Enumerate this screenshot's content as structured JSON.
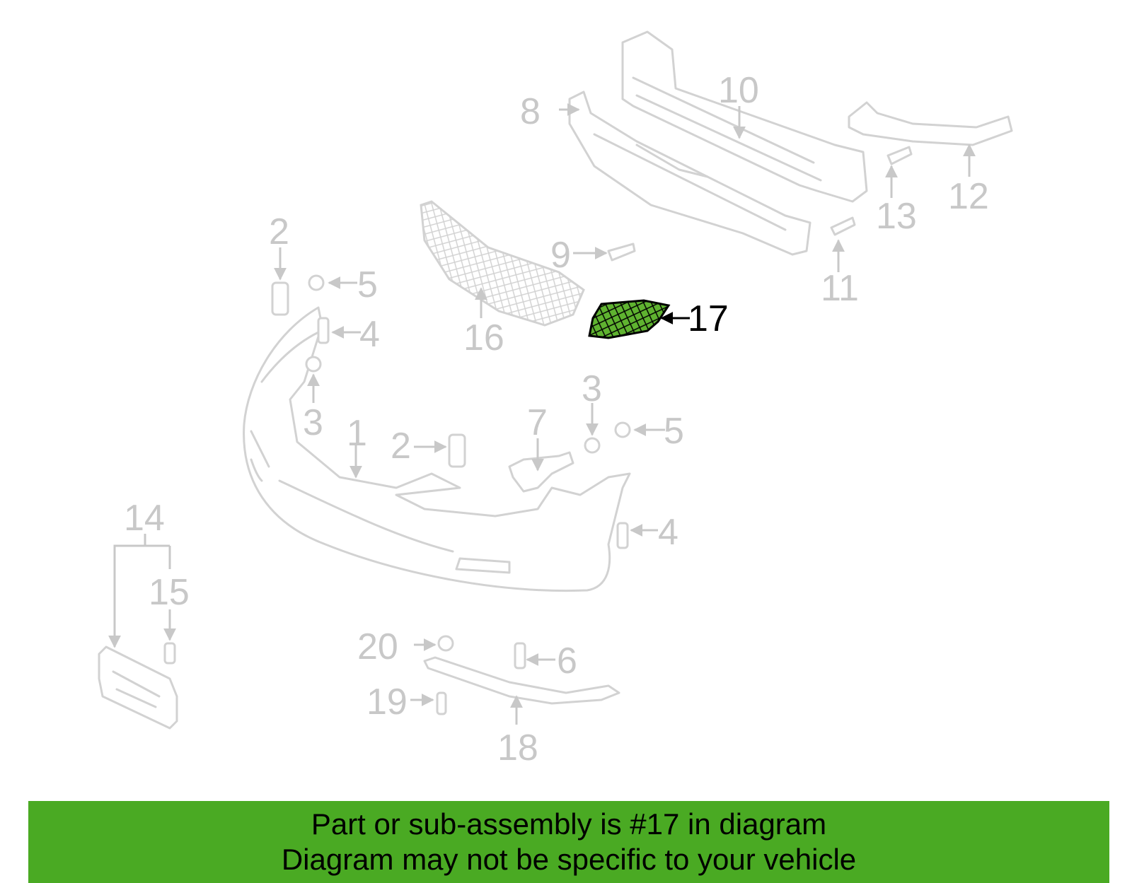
{
  "diagram": {
    "highlighted_part": "17",
    "highlight_color": "#5fb330",
    "callouts": [
      "1",
      "2",
      "2",
      "3",
      "3",
      "4",
      "4",
      "5",
      "5",
      "6",
      "7",
      "8",
      "9",
      "10",
      "11",
      "12",
      "13",
      "14",
      "15",
      "16",
      "17",
      "18",
      "19",
      "20"
    ]
  },
  "banner": {
    "line1": "Part or sub-assembly is #17 in diagram",
    "line2": "Diagram may not be specific to your vehicle",
    "background": "#4aaa23"
  }
}
